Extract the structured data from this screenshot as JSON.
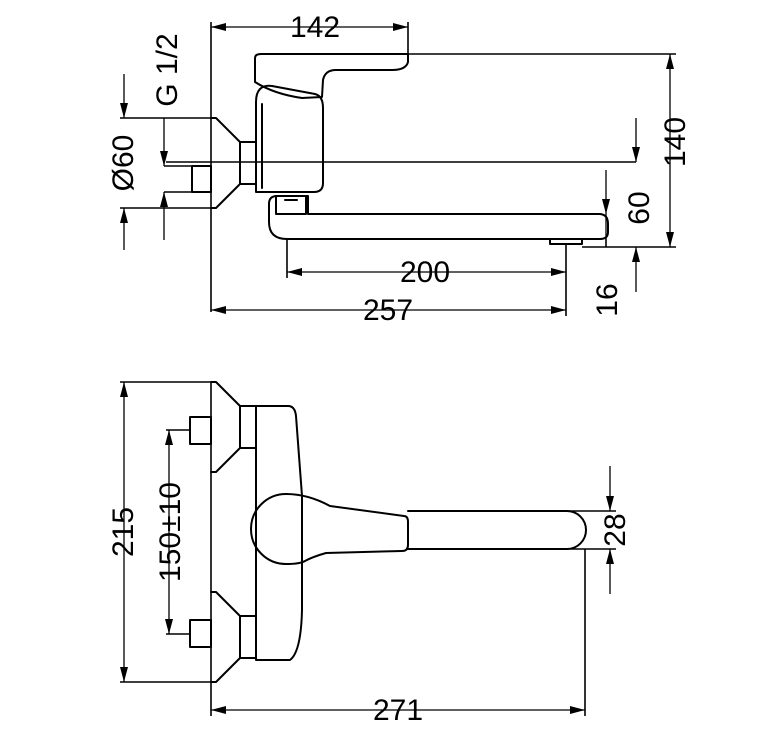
{
  "side_view": {
    "dim_top_width": "142",
    "dim_thread": "G 1/2",
    "dim_diameter": "Ø60",
    "dim_height": "140",
    "dim_spout_height": "60",
    "dim_spout_tip": "16",
    "dim_spout_reach": "200",
    "dim_total_depth": "257"
  },
  "front_view": {
    "dim_total_height": "215",
    "dim_inlet_spacing": "150±10",
    "dim_spout_width": "28",
    "dim_total_width": "271"
  }
}
